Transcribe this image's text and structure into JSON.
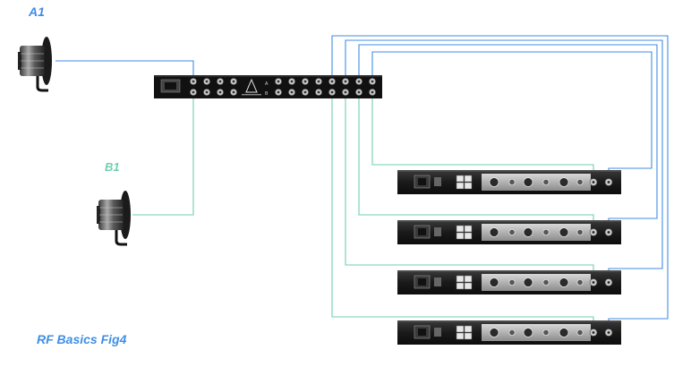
{
  "labels": {
    "antenna_a": "A1",
    "antenna_b": "B1",
    "caption": "RF Basics Fig4"
  },
  "colors": {
    "line_a": "#3f8ee6",
    "line_b": "#6fcfb0",
    "label_a": "#3f8ee6",
    "label_b": "#6fcfb0",
    "caption": "#3f8ee6",
    "rack_body": "#111111"
  },
  "devices": {
    "antenna_count": 2,
    "distribution_amp": "antenna-distribution-amplifier",
    "receiver_count": 4
  }
}
